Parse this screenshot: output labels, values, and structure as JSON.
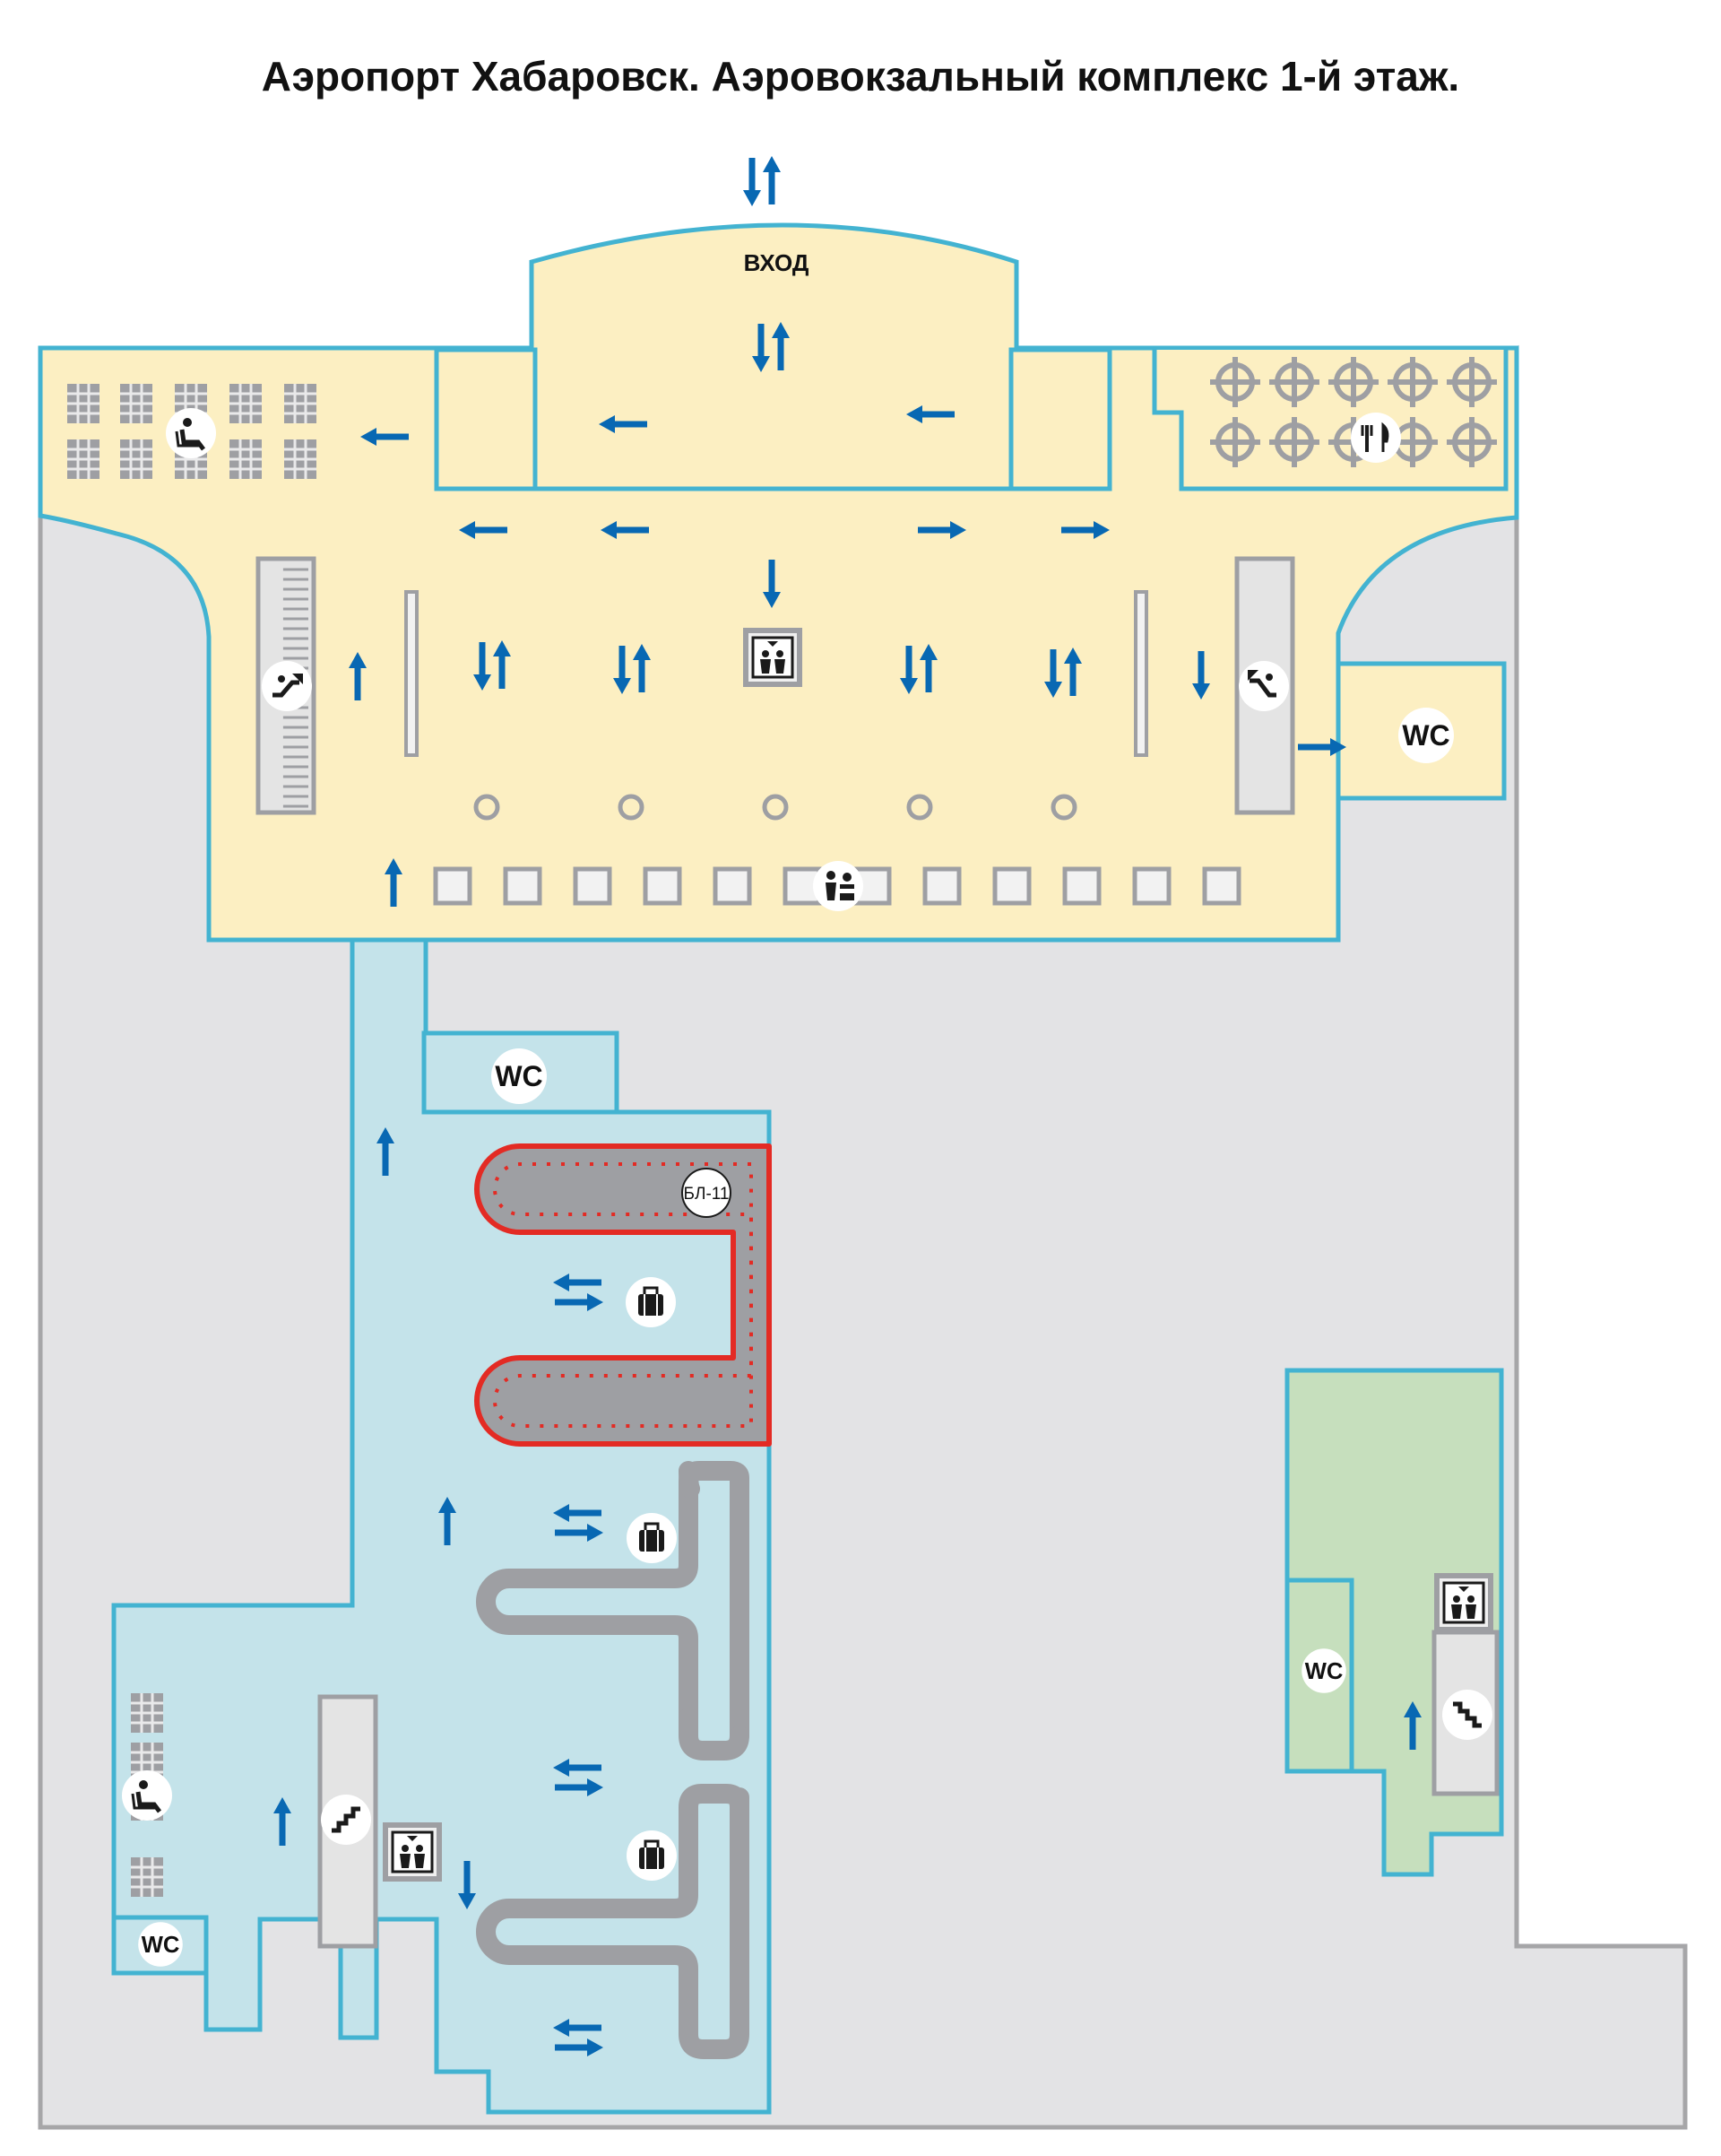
{
  "title": "Аэропорт Хабаровск. Аэровокзальный комплекс 1-й этаж.",
  "labels": {
    "entrance": "ВХОД",
    "wc": "WC",
    "baggage_belt_code": "БЛ-11"
  },
  "colors": {
    "departures_zone": "#fcefc2",
    "arrivals_zone": "#c4e3ea",
    "transit_zone": "#c6dfbd",
    "airside": "#e3e3e5",
    "walls": "#43b3d1",
    "arrows": "#0868b3",
    "active_belt": "#e32b24"
  },
  "icons": [
    "waiting-area-icon",
    "restaurant-icon",
    "escalator-up-icon",
    "escalator-down-icon",
    "elevator-icon",
    "check-in-icon",
    "wc-icon",
    "baggage-claim-icon",
    "stairs-icon"
  ]
}
